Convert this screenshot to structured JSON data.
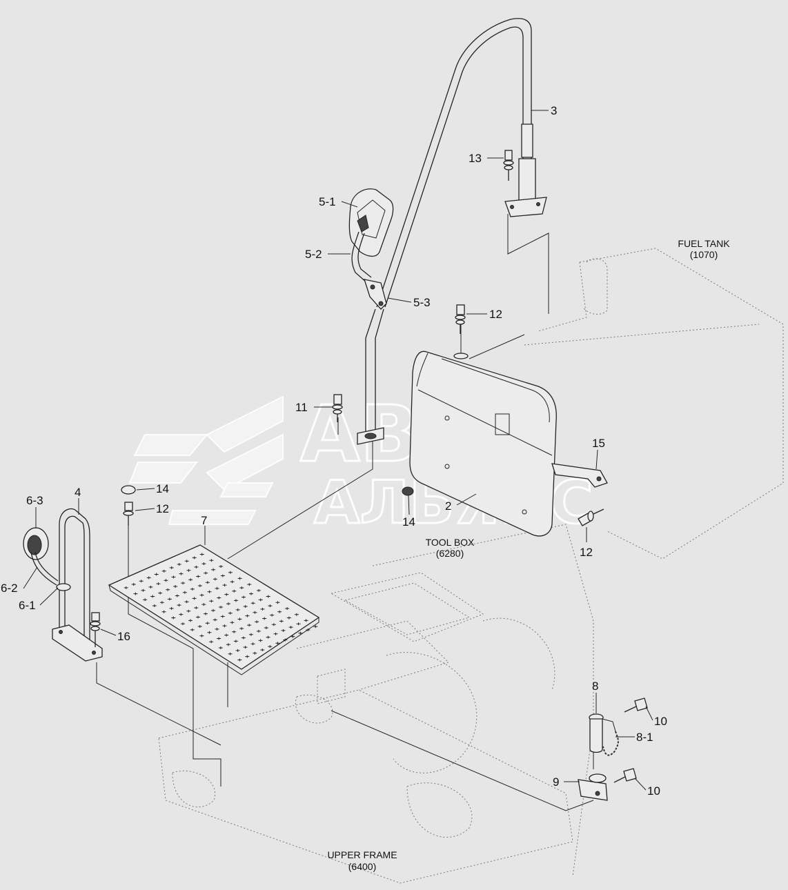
{
  "diagram": {
    "part_labels": [
      "3",
      "13",
      "5-1",
      "5-2",
      "5-3",
      "12",
      "11",
      "15",
      "14",
      "2",
      "12",
      "4",
      "6-3",
      "14",
      "12",
      "6-2",
      "6-1",
      "16",
      "7",
      "8",
      "10",
      "8-1",
      "9",
      "10"
    ],
    "captions": [
      {
        "line1": "FUEL TANK",
        "line2": "(1070)"
      },
      {
        "line1": "TOOL BOX",
        "line2": "(6280)"
      },
      {
        "line1": "UPPER FRAME",
        "line2": "(6400)"
      }
    ],
    "watermark": {
      "line1": "АВТО",
      "line2": "АЛЬЯНС"
    }
  }
}
